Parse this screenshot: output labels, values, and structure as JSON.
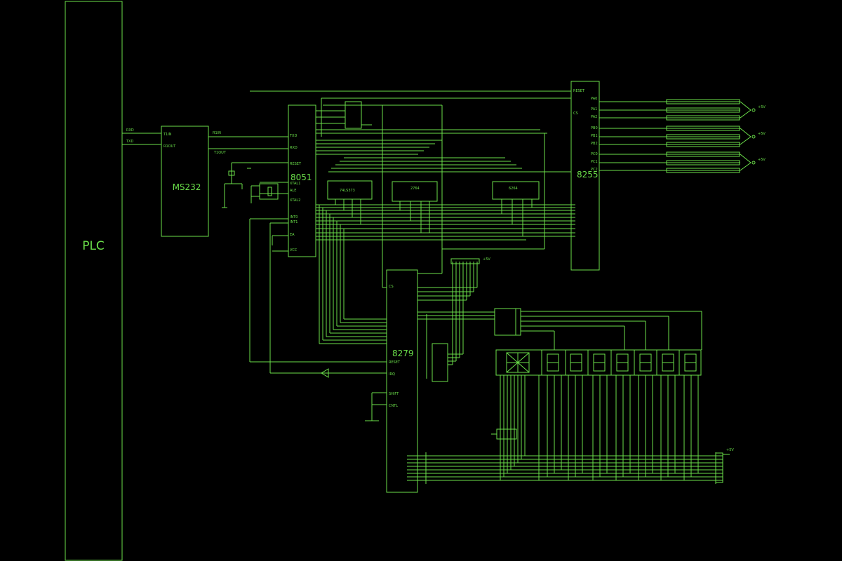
{
  "colors": {
    "background": "#000000",
    "line": "#6be04a"
  },
  "blocks": {
    "plc": "PLC",
    "ms232": "MS232",
    "mcu": "8051",
    "ppi": "8255",
    "kbd": "8279",
    "latch": "74LS373",
    "eprom": "2764",
    "ram": "6264"
  },
  "signals": {
    "rxd": "RXD",
    "txd": "TXD",
    "t1in": "T1IN",
    "r1out": "R1OUT",
    "r1in": "R1IN",
    "t1out": "T1OUT",
    "txd_pin": "TXD",
    "rxd_pin": "RXD",
    "reset": "RESET",
    "xtal1": "XTAL1",
    "xtal2": "XTAL2",
    "int0": "INT0",
    "int1": "INT1",
    "ea": "EA",
    "vcc": "VCC",
    "ale": "ALE",
    "cs": "CS",
    "irq": "IRQ",
    "shift": "SHIFT",
    "cntl": "CNTL",
    "ppi_reset": "RESET",
    "ppi_cs": "CS",
    "plus5v": "+5V"
  },
  "ports": {
    "pa0": "PA0",
    "pa1": "PA1",
    "pa2": "PA2",
    "pb0": "PB0",
    "pb1": "PB1",
    "pb2": "PB2",
    "pc0": "PC0",
    "pc1": "PC1",
    "pc2": "PC2"
  }
}
